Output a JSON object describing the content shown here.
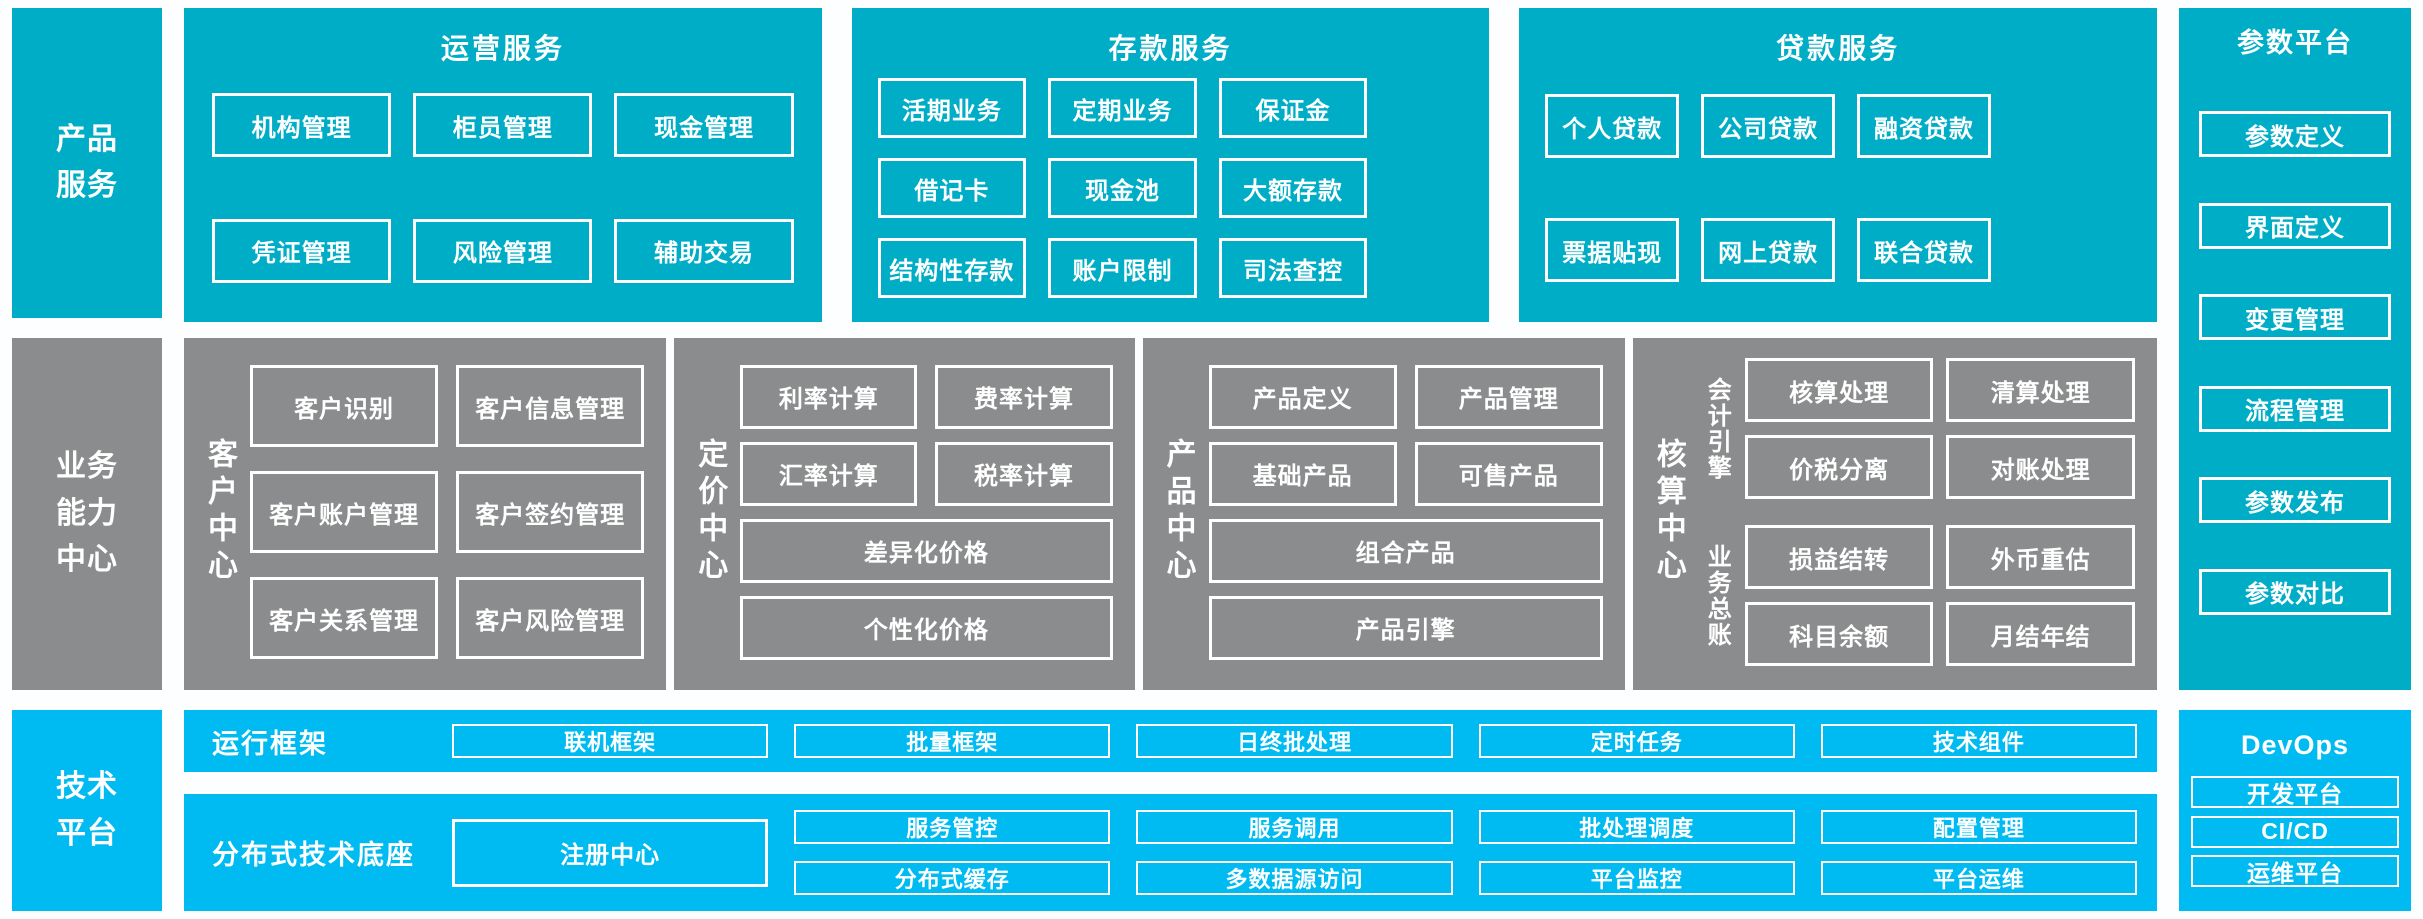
{
  "colors": {
    "teal": "#00adc6",
    "gray": "#8b8c8d",
    "blue": "#00bbf2",
    "background": "#fdfeff",
    "text": "#ffffff"
  },
  "rails": {
    "row1": "产品服务",
    "row2": "业务能力中心",
    "row3": "技术平台"
  },
  "top_sections": [
    {
      "title": "运营服务",
      "items": [
        "机构管理",
        "柜员管理",
        "现金管理",
        "凭证管理",
        "风险管理",
        "辅助交易"
      ]
    },
    {
      "title": "存款服务",
      "items": [
        "活期业务",
        "定期业务",
        "保证金",
        "借记卡",
        "现金池",
        "大额存款",
        "结构性存款",
        "账户限制",
        "司法查控"
      ]
    },
    {
      "title": "贷款服务",
      "items": [
        "个人贷款",
        "公司贷款",
        "融资贷款",
        "票据贴现",
        "网上贷款",
        "联合贷款"
      ]
    }
  ],
  "parameter_platform": {
    "title": "参数平台",
    "items": [
      "参数定义",
      "界面定义",
      "变更管理",
      "流程管理",
      "参数发布",
      "参数对比"
    ]
  },
  "centers": [
    {
      "label": "客户中心",
      "items": [
        "客户识别",
        "客户信息管理",
        "客户账户管理",
        "客户签约管理",
        "客户关系管理",
        "客户风险管理"
      ]
    },
    {
      "label": "定价中心",
      "items": [
        "利率计算",
        "费率计算",
        "汇率计算",
        "税率计算"
      ],
      "wide": [
        "差异化价格",
        "个性化价格"
      ]
    },
    {
      "label": "产品中心",
      "items": [
        "产品定义",
        "产品管理",
        "基础产品",
        "可售产品"
      ],
      "wide": [
        "组合产品",
        "产品引擎"
      ]
    },
    {
      "label": "核算中心",
      "groups": [
        {
          "label": "会计引擎",
          "items": [
            "核算处理",
            "清算处理",
            "价税分离",
            "对账处理"
          ]
        },
        {
          "label": "业务总账",
          "items": [
            "损益结转",
            "外币重估",
            "科目余额",
            "月结年结"
          ]
        }
      ]
    }
  ],
  "tech": {
    "bar1": {
      "label": "运行框架",
      "items": [
        "联机框架",
        "批量框架",
        "日终批处理",
        "定时任务",
        "技术组件"
      ]
    },
    "bar2": {
      "label": "分布式技术底座",
      "registry": "注册中心",
      "row1": [
        "服务管控",
        "服务调用",
        "批处理调度",
        "配置管理"
      ],
      "row2": [
        "分布式缓存",
        "多数据源访问",
        "平台监控",
        "平台运维"
      ]
    }
  },
  "devops": {
    "title": "DevOps",
    "items": [
      "开发平台",
      "CI/CD",
      "运维平台"
    ]
  }
}
